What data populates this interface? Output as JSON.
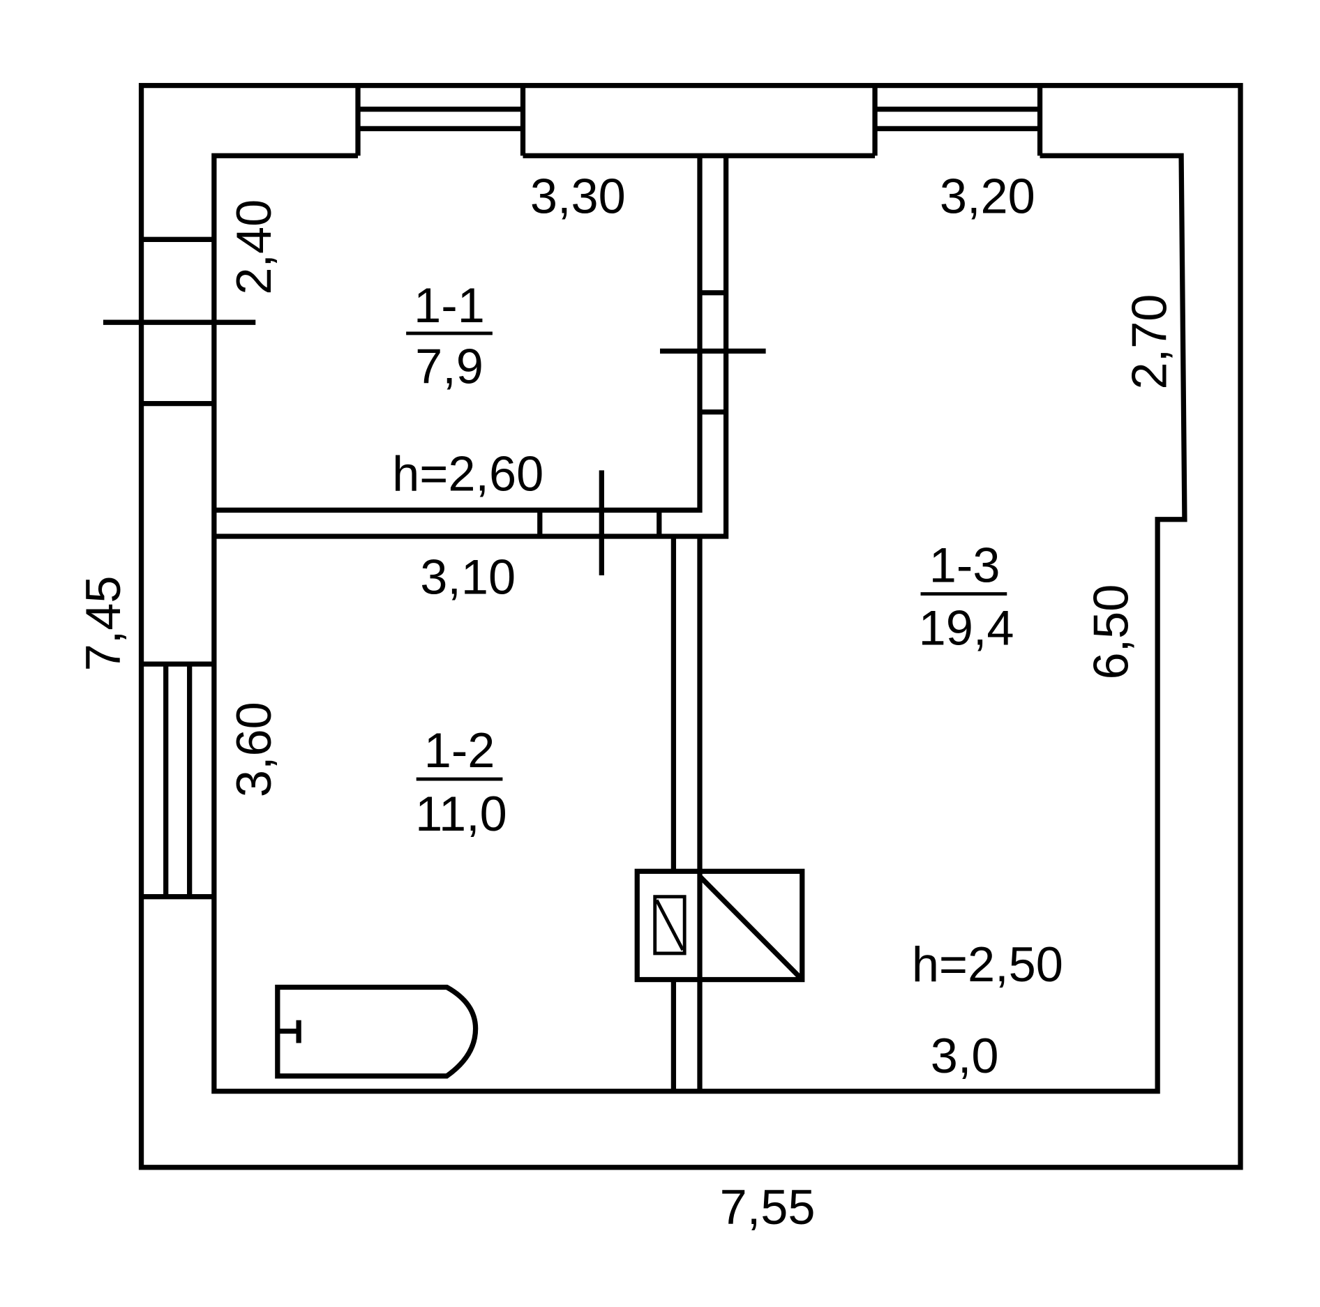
{
  "rooms": [
    {
      "id": "1-1",
      "area": "7,9"
    },
    {
      "id": "1-2",
      "area": "11,0"
    },
    {
      "id": "1-3",
      "area": "19,4"
    }
  ],
  "dimensions": {
    "outer_width": "7,55",
    "outer_height": "7,45",
    "room1_top": "3,30",
    "room1_left": "2,40",
    "room1_height": "h=2,60",
    "room2_top": "3,10",
    "room2_left": "3,60",
    "room3_top": "3,20",
    "room3_right_upper": "2,70",
    "room3_right": "6,50",
    "room3_height": "h=2,50",
    "room3_bottom": "3,0"
  },
  "colors": {
    "line": "#000000",
    "background": "#ffffff"
  }
}
